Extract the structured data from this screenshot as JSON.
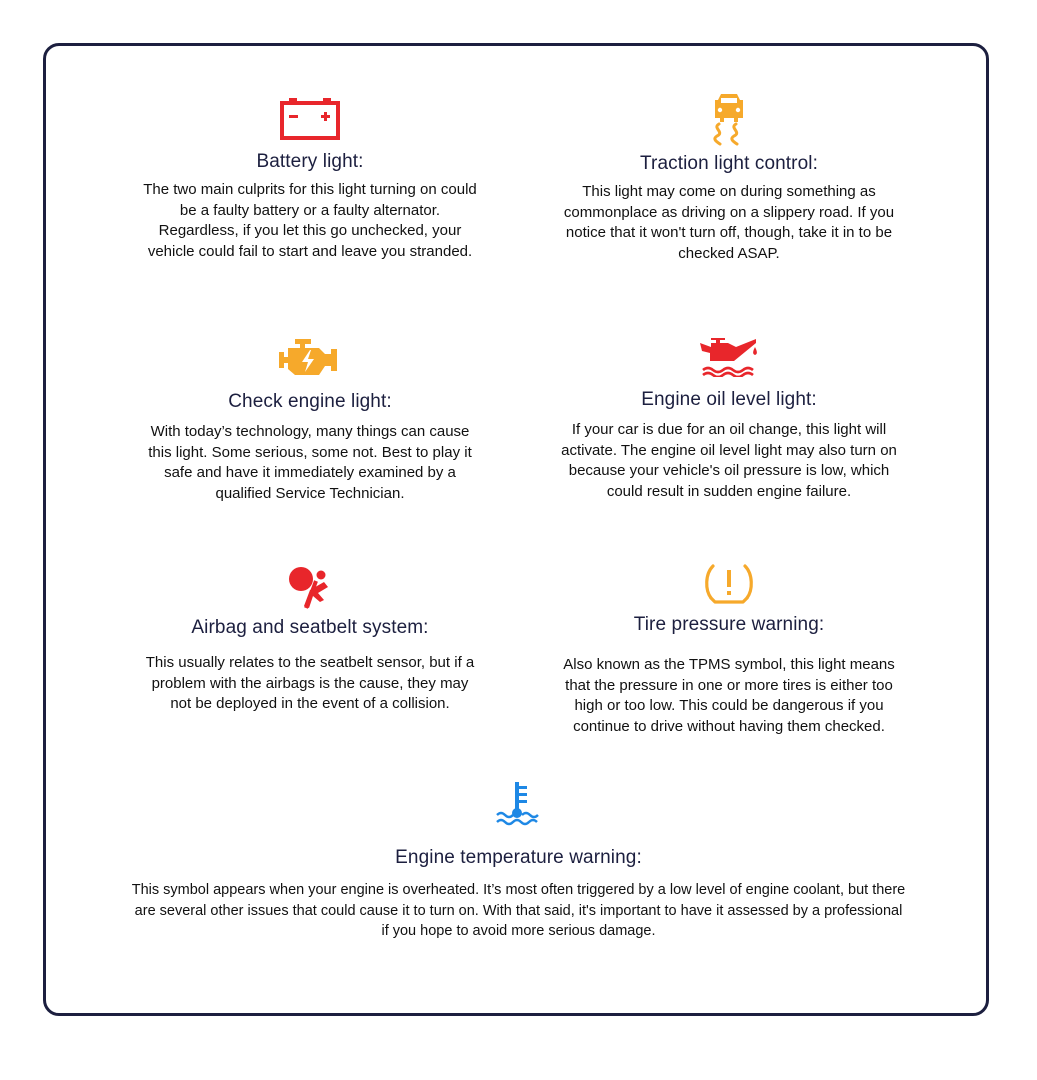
{
  "colors": {
    "border": "#1c1f3f",
    "heading": "#1c1f3f",
    "red": "#e8262b",
    "amber": "#f6a92b",
    "blue": "#1e88e5"
  },
  "items": [
    {
      "icon": "battery-icon",
      "title": "Battery light:",
      "body": "The two main culprits for this light turning on could be a faulty battery or a faulty alternator. Regardless, if you let this go unchecked, your vehicle could fail to start and leave you stranded."
    },
    {
      "icon": "traction-control-icon",
      "title": "Traction light control:",
      "body": "This light may come on during something as commonplace as driving on a slippery road. If you notice that it won't turn off, though, take it in to be checked ASAP."
    },
    {
      "icon": "check-engine-icon",
      "title": "Check engine light:",
      "body": "With today’s technology, many things can cause this light.  Some serious, some not. Best to play it safe and have it immediately examined by a qualified Service Technician."
    },
    {
      "icon": "oil-can-icon",
      "title": "Engine oil level light:",
      "body": "If your car is due for an oil change, this light will activate. The engine oil level light may also turn on because your vehicle's oil pressure is low, which could result in sudden engine failure."
    },
    {
      "icon": "airbag-icon",
      "title": "Airbag and seatbelt system:",
      "body": "This usually relates to the seatbelt sensor, but if a problem with the airbags is the cause, they may not be deployed in the event of a collision."
    },
    {
      "icon": "tire-pressure-icon",
      "title": "Tire pressure warning:",
      "body": "Also known as the TPMS symbol, this light means that the pressure in one or more tires is either too high or too low. This could be dangerous if you continue to drive without having them checked."
    },
    {
      "icon": "engine-temperature-icon",
      "title": "Engine temperature warning:",
      "body": "This symbol appears when your engine is overheated. It’s most often triggered by a low level of engine coolant, but there are several other issues that could cause it to turn on. With that said, it's important to have it assessed by a professional if you hope to avoid more serious damage."
    }
  ]
}
